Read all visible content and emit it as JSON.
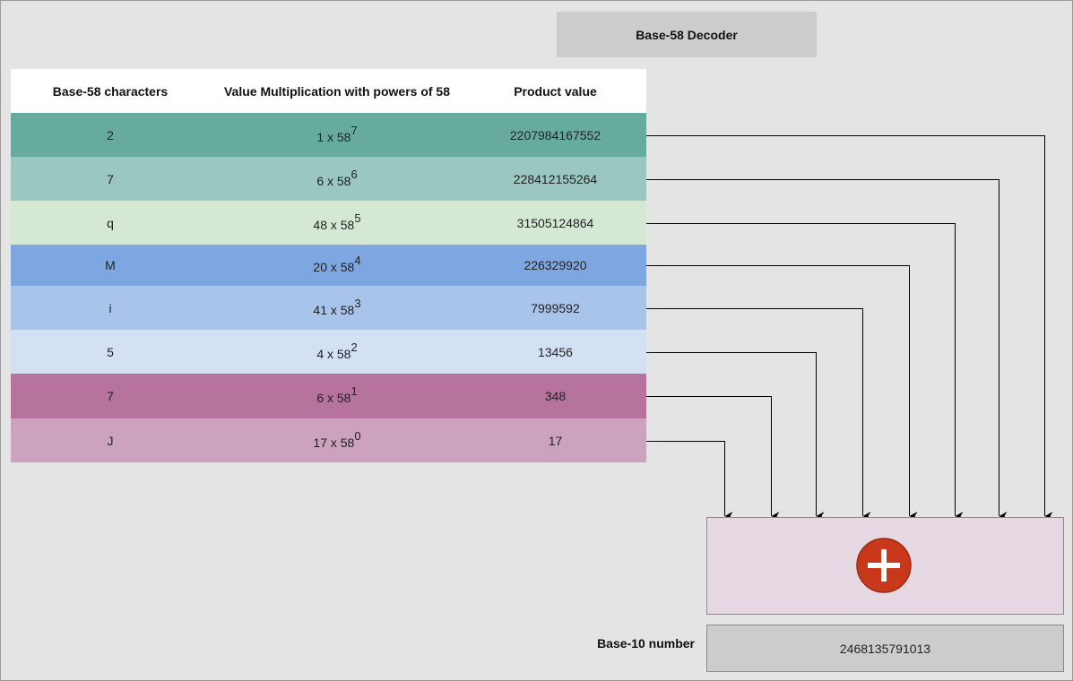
{
  "title": "Base-58 Decoder",
  "table": {
    "headers": [
      "Base-58 characters",
      "Value Multiplication with powers of 58",
      "Product value"
    ],
    "rows": [
      {
        "char": "2",
        "mult": "1 x 58",
        "power": "7",
        "product": "2207984167552",
        "color": "#67ab9f"
      },
      {
        "char": "7",
        "mult": "6 x 58",
        "power": "6",
        "product": "228412155264",
        "color": "#9ac7bf"
      },
      {
        "char": "q",
        "mult": "48 x 58",
        "power": "5",
        "product": "31505124864",
        "color": "#d5e8d4"
      },
      {
        "char": "M",
        "mult": "20 x 58",
        "power": "4",
        "product": "226329920",
        "color": "#7ea6e0"
      },
      {
        "char": "i",
        "mult": "41 x 58",
        "power": "3",
        "product": "7999592",
        "color": "#a9c4eb"
      },
      {
        "char": "5",
        "mult": "4 x 58",
        "power": "2",
        "product": "13456",
        "color": "#d4e1f5"
      },
      {
        "char": "7",
        "mult": "6 x 58",
        "power": "1",
        "product": "348",
        "color": "#b5739d"
      },
      {
        "char": "J",
        "mult": "17 x 58",
        "power": "0",
        "product": "17",
        "color": "#cda2be"
      }
    ]
  },
  "sum_icon": "plus-circle-icon",
  "result": {
    "label": "Base-10 number",
    "value": "2468135791013"
  }
}
